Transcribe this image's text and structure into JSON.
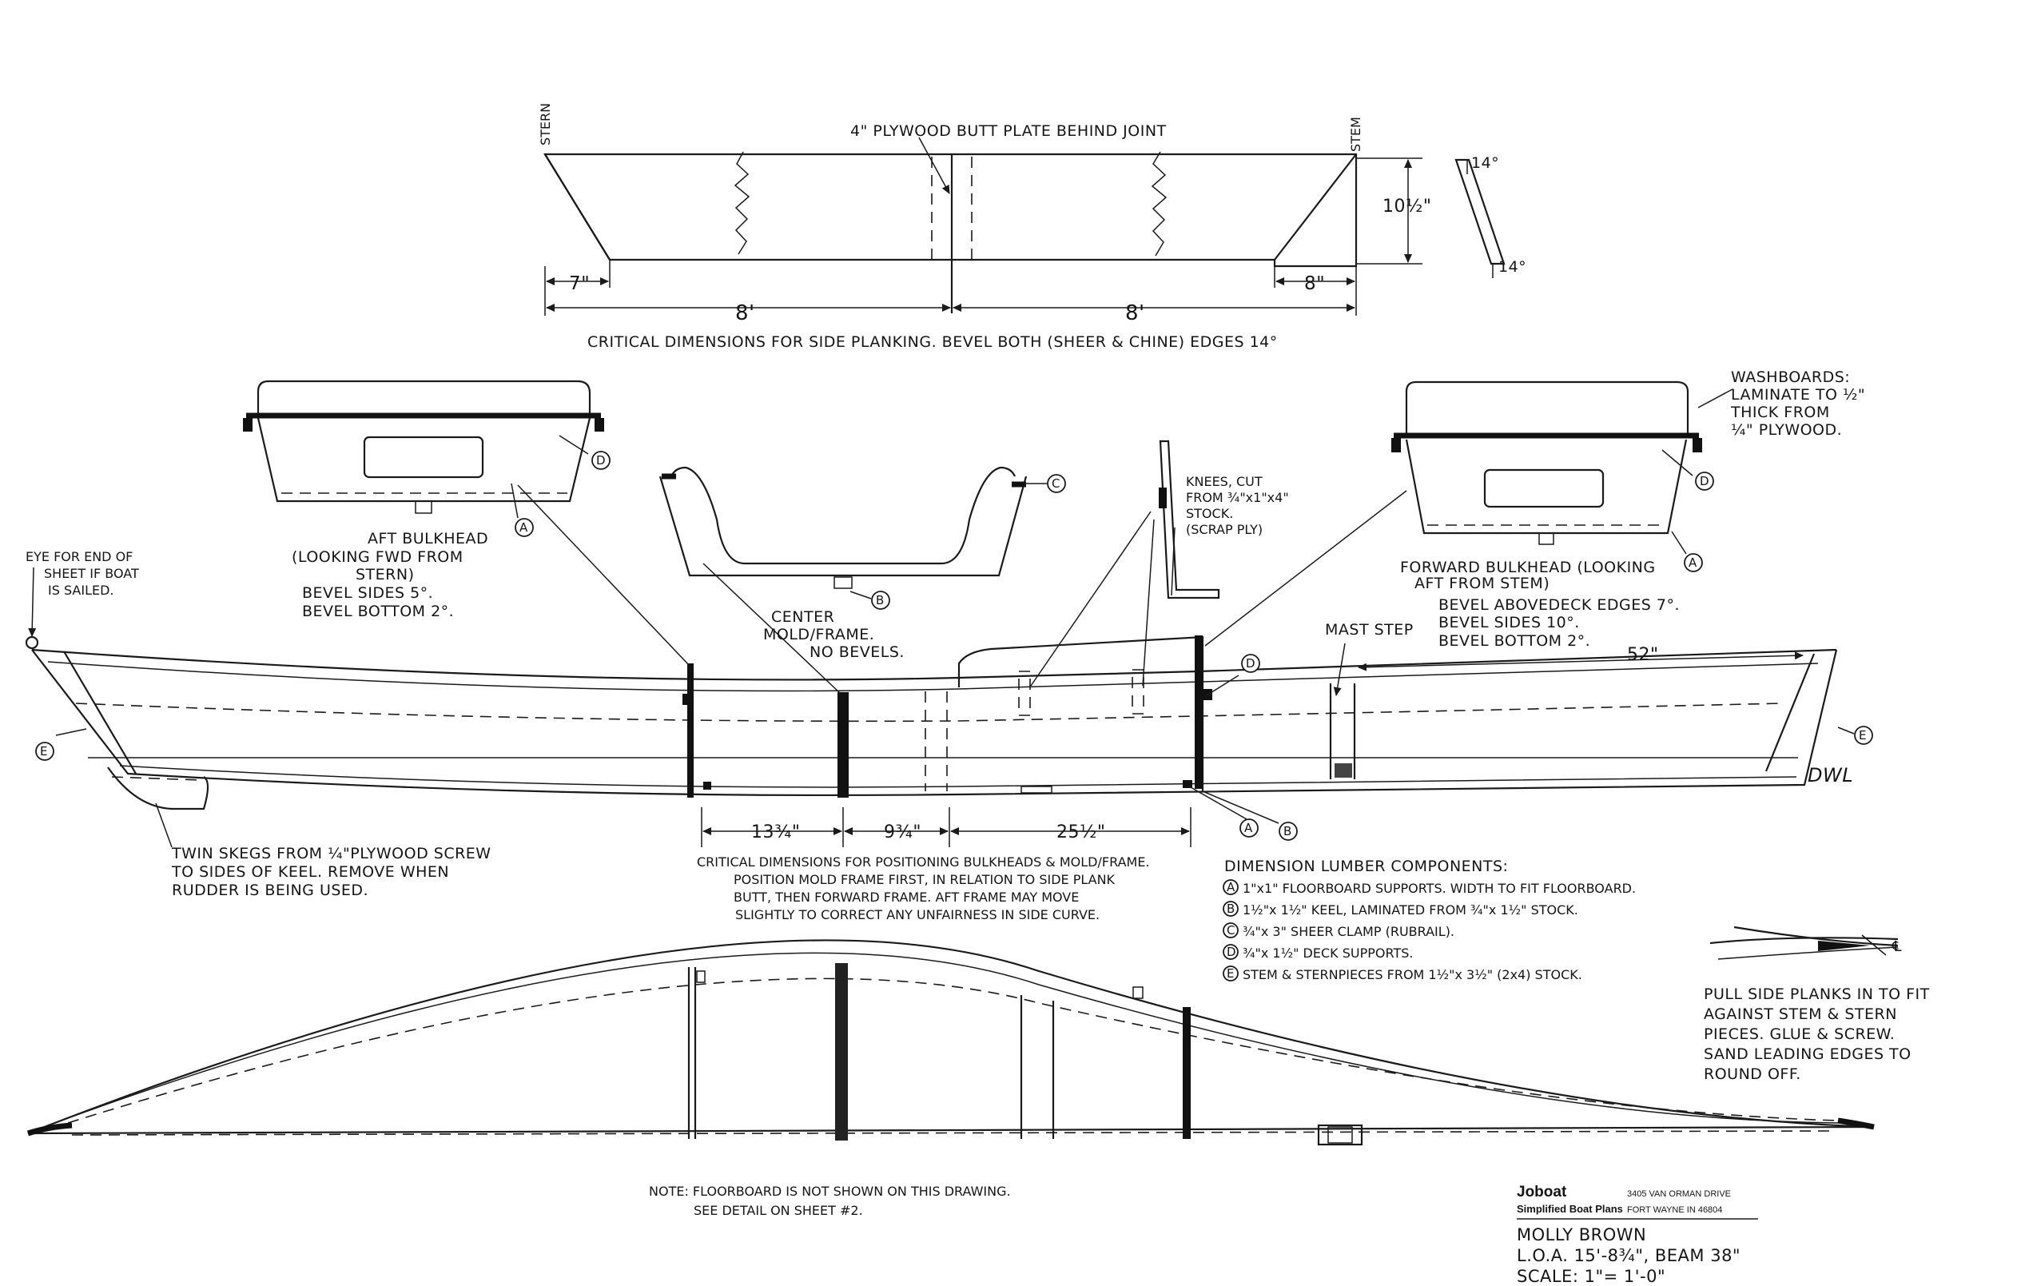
{
  "top_view": {
    "stern_label": "STERN",
    "stem_label": "STEM",
    "butt_plate_note": "4\" PLYWOOD BUTT PLATE BEHIND JOINT",
    "dim_height": "10½\"",
    "angle_top": "14°",
    "angle_bottom": "14°",
    "dim_left_end": "7\"",
    "dim_right_end": "8\"",
    "dim_left_half": "8'",
    "dim_right_half": "8'",
    "caption": "CRITICAL DIMENSIONS FOR SIDE PLANKING. BEVEL BOTH (SHEER & CHINE) EDGES 14°"
  },
  "washboards_note": [
    "WASHBOARDS:",
    "LAMINATE TO ½\"",
    "THICK FROM",
    "¼\" PLYWOOD."
  ],
  "aft_bulkhead": {
    "title": "AFT BULKHEAD",
    "lines": [
      "(LOOKING FWD FROM",
      "STERN)",
      "BEVEL SIDES 5°.",
      "BEVEL BOTTOM 2°."
    ]
  },
  "center_frame": {
    "lines": [
      "CENTER",
      "MOLD/FRAME.",
      "NO BEVELS."
    ]
  },
  "knees_note": [
    "KNEES, CUT",
    "FROM ¾\"x1\"x4\"",
    "STOCK.",
    "(SCRAP PLY)"
  ],
  "forward_bulkhead": {
    "lines": [
      "FORWARD BULKHEAD (LOOKING",
      "AFT FROM STEM)",
      "BEVEL ABOVEDECK EDGES 7°.",
      "BEVEL SIDES 10°.",
      "BEVEL BOTTOM 2°."
    ]
  },
  "eye_note": [
    "EYE FOR END OF",
    "SHEET IF BOAT",
    "IS SAILED."
  ],
  "mast_step_label": "MAST STEP",
  "dim_52": "52\"",
  "dwl_label": "DWL",
  "position_dims": [
    "13¾\"",
    "9¾\"",
    "25½\""
  ],
  "skegs_note": [
    "TWIN SKEGS FROM ¼\"PLYWOOD SCREW",
    "TO SIDES OF KEEL. REMOVE WHEN",
    "RUDDER IS BEING USED."
  ],
  "positioning_note": [
    "CRITICAL DIMENSIONS FOR POSITIONING BULKHEADS & MOLD/FRAME.",
    "POSITION MOLD FRAME FIRST, IN RELATION TO SIDE PLANK",
    "BUTT, THEN FORWARD FRAME. AFT FRAME MAY MOVE",
    "SLIGHTLY TO CORRECT ANY UNFAIRNESS IN SIDE CURVE."
  ],
  "lumber": {
    "title": "DIMENSION LUMBER COMPONENTS:",
    "items": [
      {
        "key": "A",
        "text": "1\"x1\" FLOORBOARD SUPPORTS. WIDTH TO FIT FLOORBOARD."
      },
      {
        "key": "B",
        "text": "1½\"x 1½\" KEEL, LAMINATED FROM ¾\"x 1½\" STOCK."
      },
      {
        "key": "C",
        "text": "¾\"x 3\" SHEER CLAMP (RUBRAIL)."
      },
      {
        "key": "D",
        "text": "¾\"x 1½\" DECK SUPPORTS."
      },
      {
        "key": "E",
        "text": "STEM & STERNPIECES FROM 1½\"x 3½\" (2x4) STOCK."
      }
    ]
  },
  "pull_note": [
    "PULL SIDE PLANKS IN TO FIT",
    "AGAINST STEM & STERN",
    "PIECES. GLUE & SCREW.",
    "SAND LEADING EDGES TO",
    "ROUND OFF."
  ],
  "floor_note": [
    "NOTE: FLOORBOARD IS NOT SHOWN ON THIS DRAWING.",
    "SEE DETAIL ON SHEET #2."
  ],
  "title_block": {
    "brand": "Joboat",
    "subtitle": "Simplified Boat Plans",
    "address1": "3405 VAN ORMAN DRIVE",
    "address2": "FORT WAYNE IN 46804",
    "model": "MOLLY BROWN",
    "loa": "L.O.A. 15'-8¾\", BEAM 38\"",
    "scale": "SCALE: 1\"= 1'-0\""
  },
  "callout_letters": {
    "a": "A",
    "b": "B",
    "c": "C",
    "d": "D",
    "e": "E"
  }
}
